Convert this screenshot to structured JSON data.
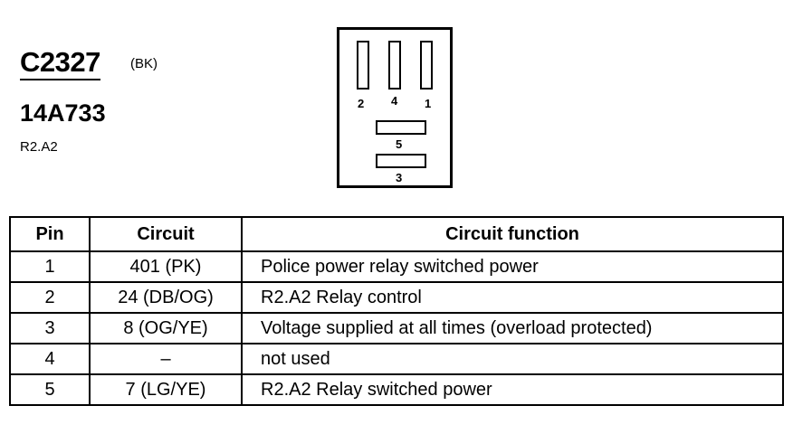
{
  "header": {
    "connector_id": "C2327",
    "connector_color": "(BK)",
    "part_number": "14A733",
    "relay_id": "R2.A2"
  },
  "connector_face": {
    "labels": {
      "pin1": "1",
      "pin2": "2",
      "pin3": "3",
      "pin4": "4",
      "pin5": "5"
    }
  },
  "table": {
    "headers": {
      "pin": "Pin",
      "circuit": "Circuit",
      "function": "Circuit function"
    },
    "rows": [
      {
        "pin": "1",
        "circuit": "401 (PK)",
        "function": "Police power relay switched power"
      },
      {
        "pin": "2",
        "circuit": "24 (DB/OG)",
        "function": "R2.A2 Relay control"
      },
      {
        "pin": "3",
        "circuit": "8 (OG/YE)",
        "function": "Voltage supplied at all times (overload protected)"
      },
      {
        "pin": "4",
        "circuit": "–",
        "function": "not used"
      },
      {
        "pin": "5",
        "circuit": "7 (LG/YE)",
        "function": "R2.A2 Relay switched power"
      }
    ]
  }
}
